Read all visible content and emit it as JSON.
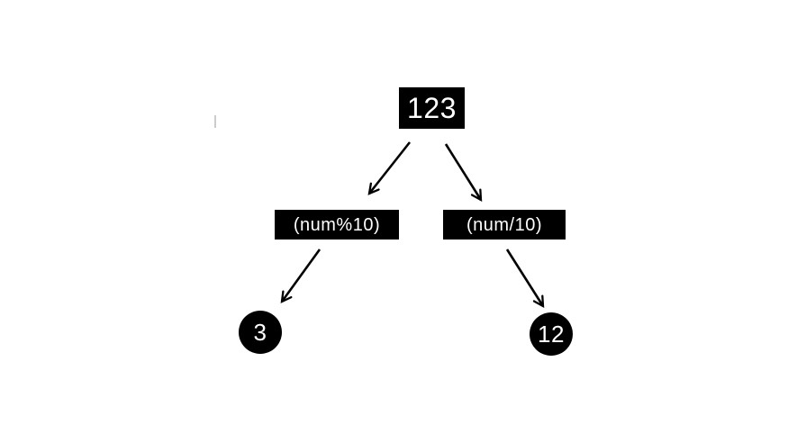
{
  "diagram": {
    "colors": {
      "node_fill": "#000000",
      "node_text": "#ffffff",
      "edge": "#000000",
      "background": "#ffffff"
    },
    "nodes": {
      "root": {
        "label": "123",
        "shape": "rect"
      },
      "mod": {
        "label": "(num%10)",
        "shape": "rect"
      },
      "div": {
        "label": "(num/10)",
        "shape": "rect"
      },
      "mod_result": {
        "label": "3",
        "shape": "circle"
      },
      "div_result": {
        "label": "12",
        "shape": "circle"
      }
    },
    "edges": [
      {
        "from": "root",
        "to": "mod"
      },
      {
        "from": "root",
        "to": "div"
      },
      {
        "from": "mod",
        "to": "mod_result"
      },
      {
        "from": "div",
        "to": "div_result"
      }
    ]
  }
}
